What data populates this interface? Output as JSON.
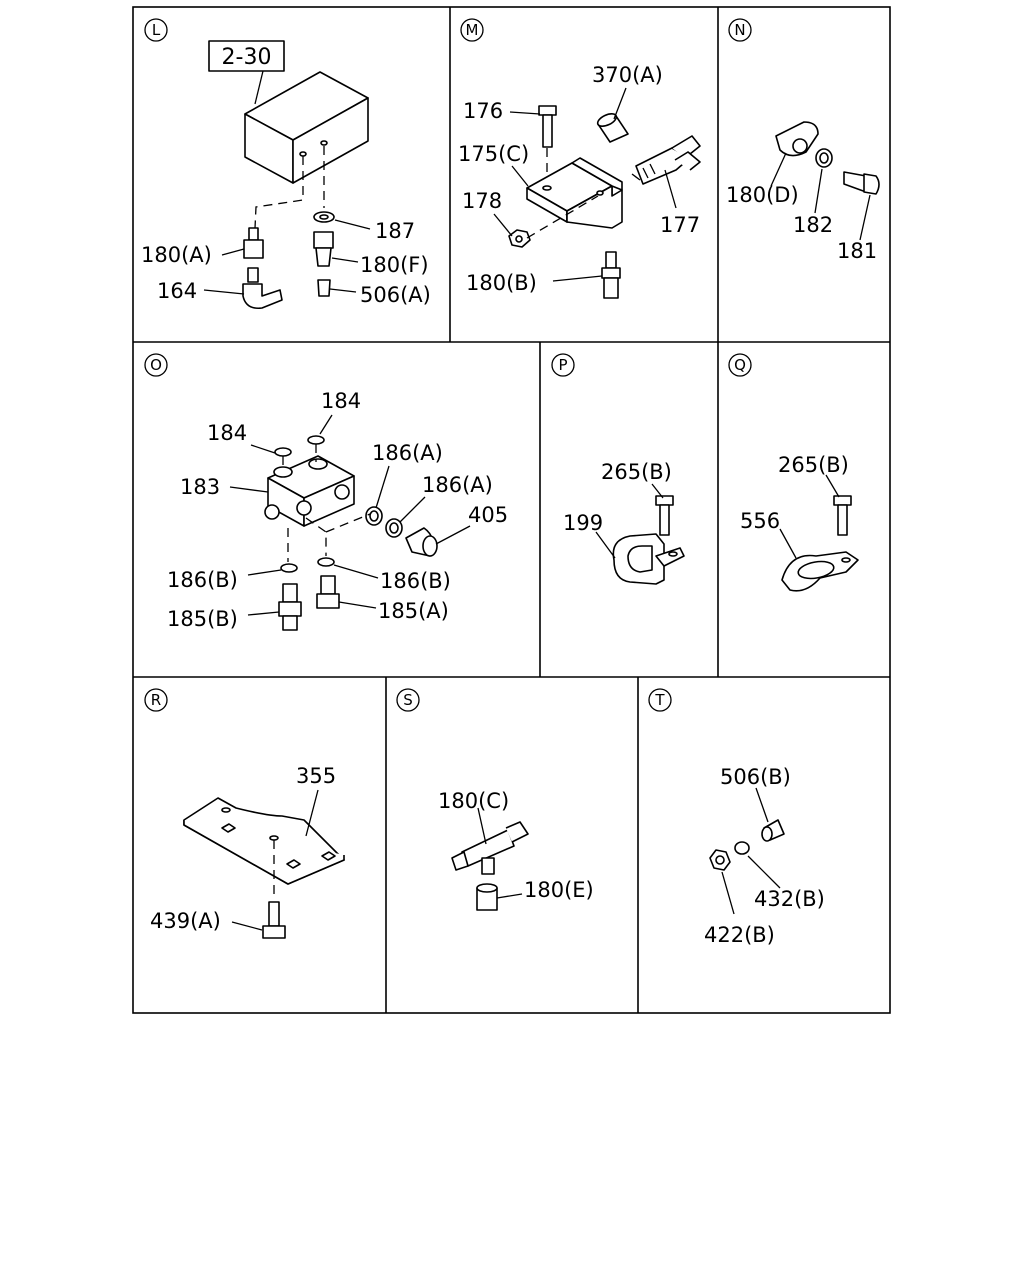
{
  "sections": {
    "L": {
      "letter": "L",
      "ref_box": "2-30",
      "labels": [
        "180(A)",
        "164",
        "187",
        "180(F)",
        "506(A)"
      ]
    },
    "M": {
      "letter": "M",
      "labels": [
        "176",
        "370(A)",
        "175(C)",
        "178",
        "177",
        "180(B)"
      ]
    },
    "N": {
      "letter": "N",
      "labels": [
        "180(D)",
        "182",
        "181"
      ]
    },
    "O": {
      "letter": "O",
      "labels": [
        "184",
        "184",
        "186(A)",
        "186(A)",
        "183",
        "405",
        "186(B)",
        "186(B)",
        "185(B)",
        "185(A)"
      ]
    },
    "P": {
      "letter": "P",
      "labels": [
        "265(B)",
        "199"
      ]
    },
    "Q": {
      "letter": "Q",
      "labels": [
        "265(B)",
        "556"
      ]
    },
    "R": {
      "letter": "R",
      "labels": [
        "355",
        "439(A)"
      ]
    },
    "S": {
      "letter": "S",
      "labels": [
        "180(C)",
        "180(E)"
      ]
    },
    "T": {
      "letter": "T",
      "labels": [
        "506(B)",
        "432(B)",
        "422(B)"
      ]
    }
  }
}
